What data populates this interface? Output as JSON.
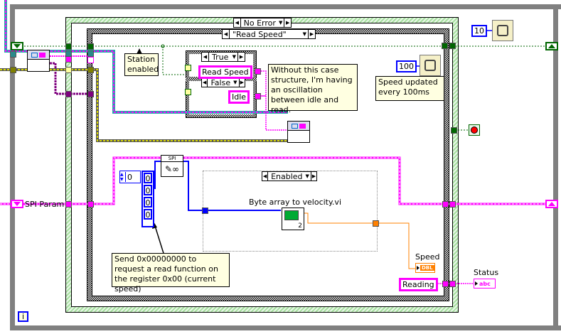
{
  "diagram": {
    "type": "LabVIEW block diagram",
    "structures": {
      "error_case_selector": "No Error",
      "state_case_selector": "\"Read Speed\"",
      "inner_case_true": "True",
      "inner_case_false": "False",
      "disable_structure_selector": "Enabled"
    },
    "constants": {
      "true_case_string": "Read Speed",
      "false_case_string": "Idle",
      "status_string": "Reading",
      "outer_wait_ms": "10",
      "inner_wait_ms": "100",
      "array_index": "0",
      "array_values": [
        "0",
        "0",
        "0",
        "0"
      ]
    },
    "labels": {
      "spi_param": "SPI Param",
      "subvi_name": "Byte array to velocity.vi",
      "spi_node_title": "SPI",
      "subvi_badge": "2",
      "speed_indicator": "Speed",
      "speed_type": "DBL",
      "status_indicator": "Status",
      "status_type": "abc",
      "iteration_terminal": "i"
    },
    "comments": {
      "station": "Station enabled",
      "oscillation": "Without this case structure, I'm having an oscillation between idle and read.",
      "wait": "Speed updated every 100ms",
      "spi": "Send 0x00000000 to request a read function on the register 0x00 (current speed)"
    },
    "colors": {
      "string_wire": "#ff00ff",
      "numeric_wire": "#0000ff",
      "double_wire": "#ff8000",
      "boolean_wire": "#006600",
      "cluster_wire": "#7f007f",
      "error_wire": "#c8c800",
      "comment_bg": "#ffffe1"
    }
  }
}
